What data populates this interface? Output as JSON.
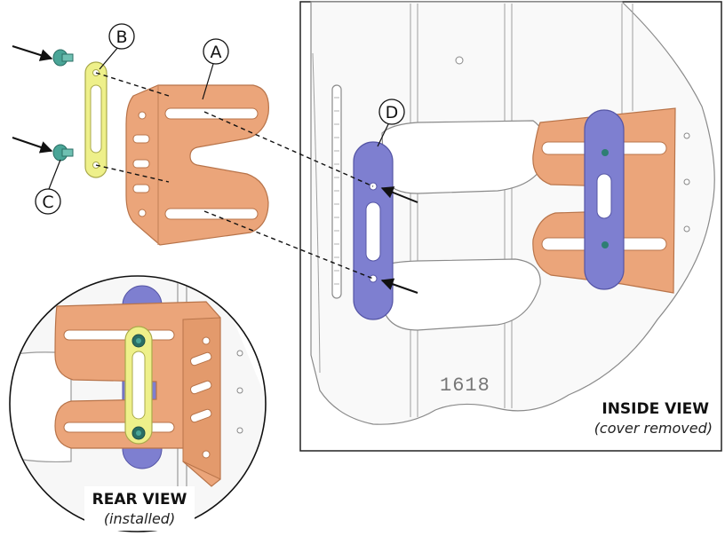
{
  "callouts": {
    "a": "A",
    "b": "B",
    "c": "C",
    "d": "D"
  },
  "stamp": "1618",
  "inside_view": {
    "title": "INSIDE VIEW",
    "subtitle": "(cover removed)"
  },
  "rear_view": {
    "title": "REAR VIEW",
    "subtitle": "(installed)"
  },
  "colors": {
    "bracket": "#eba57a",
    "bracket_edge": "#b8744a",
    "plate_yellow": "#eef08a",
    "plate_blue": "#7e7fd0",
    "screw": "#4aa597",
    "line": "#222222",
    "housing": "#f7f7f7"
  },
  "icons": {
    "screw": "screw-icon",
    "arrow": "pointer-arrow-icon"
  }
}
